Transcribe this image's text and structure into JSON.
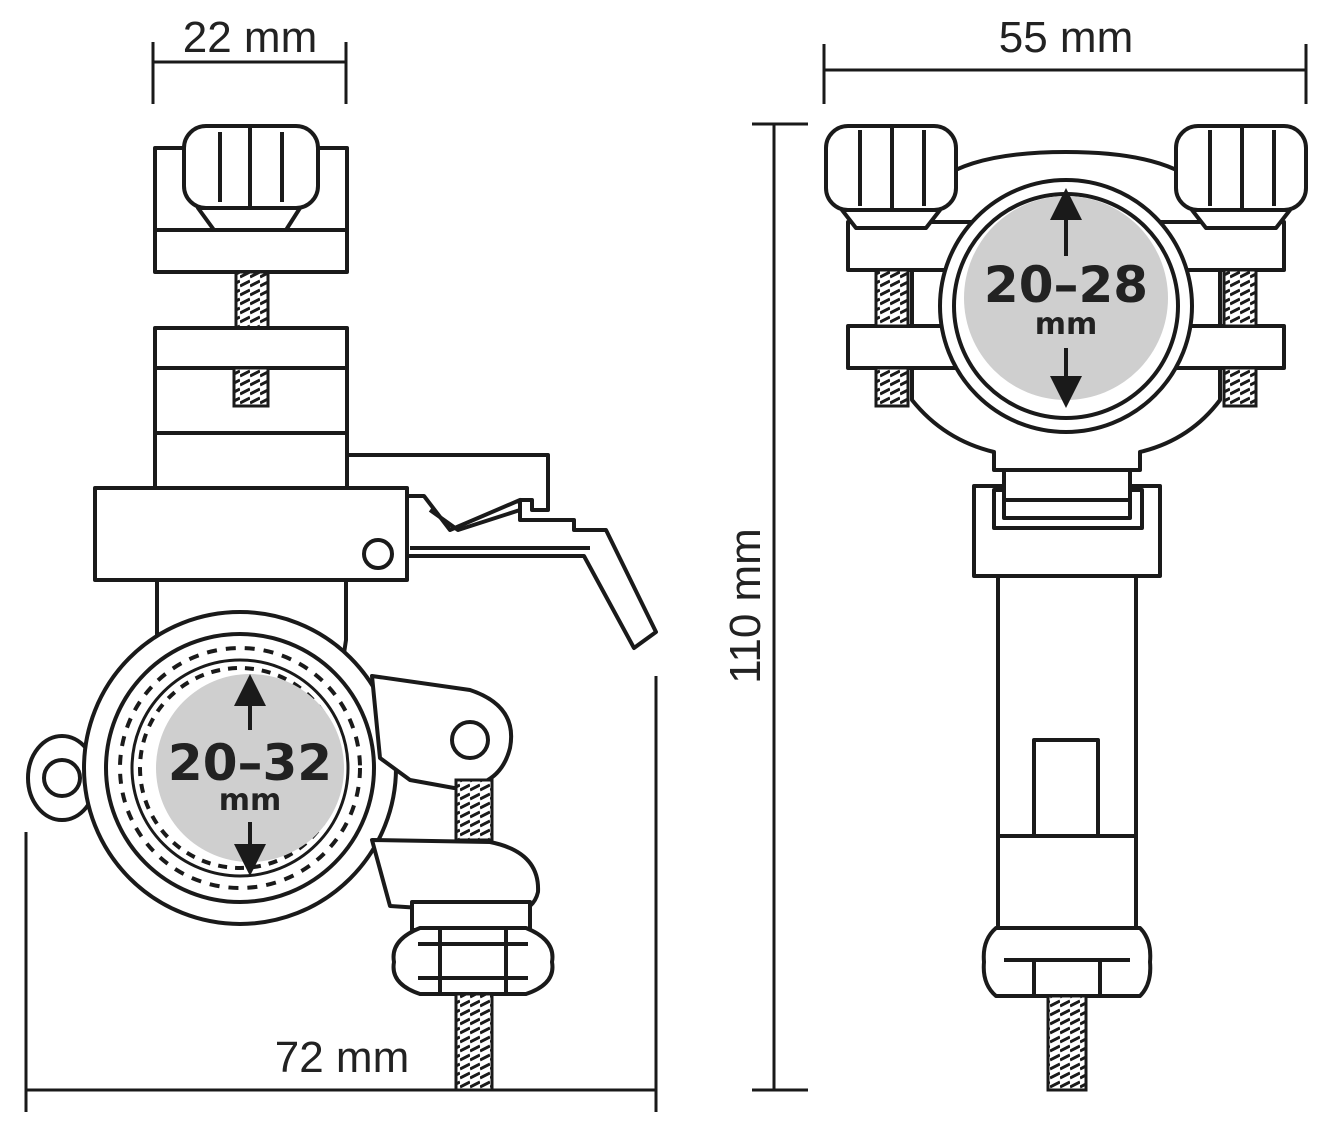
{
  "dimensions": {
    "top_width_left": "22 mm",
    "top_width_right": "55 mm",
    "height": "110 mm",
    "bottom_width_left": "72 mm"
  },
  "ranges": {
    "left_clamp_value": "20–32",
    "left_clamp_unit": "mm",
    "right_clamp_value": "20–28",
    "right_clamp_unit": "mm"
  },
  "colors": {
    "line": "#1a1a1a",
    "range_fill": "#cfcfcf",
    "background": "#ffffff"
  }
}
